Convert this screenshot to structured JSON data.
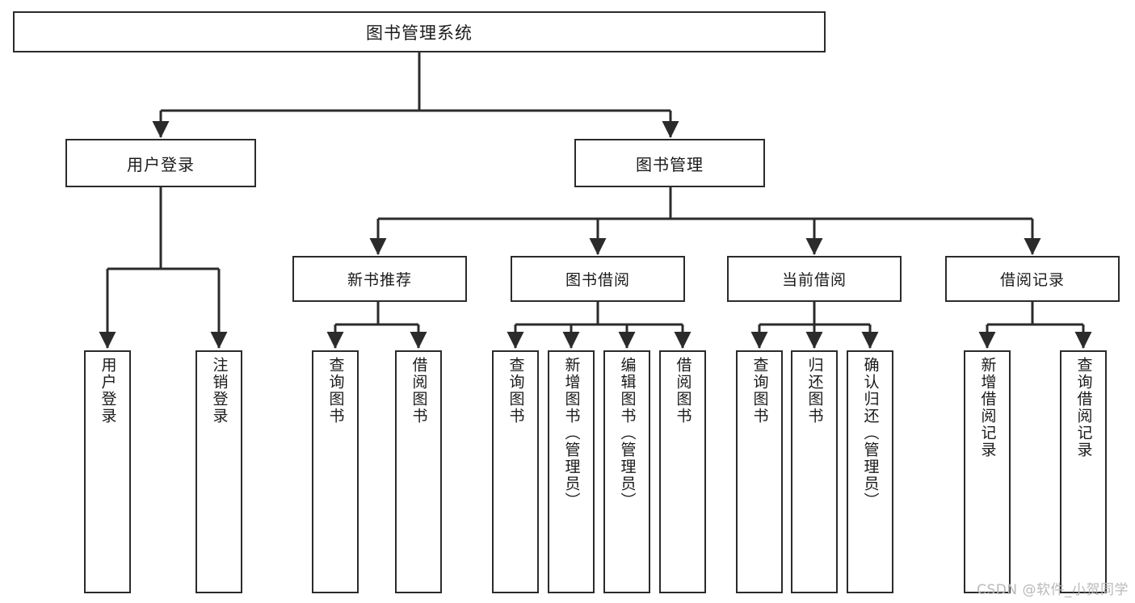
{
  "diagram": {
    "title": "图书管理系统",
    "watermark": "CSDN @软件_小贺同学",
    "colors": {
      "background": "#ffffff",
      "border": "#2b2b2b",
      "text": "#1a1a1a",
      "edge": "#2b2b2b",
      "watermark": "#b9b9b9"
    },
    "nodes": {
      "root": {
        "label": "图书管理系统"
      },
      "level2": [
        {
          "id": "user-login",
          "label": "用户登录"
        },
        {
          "id": "book-manage",
          "label": "图书管理"
        }
      ],
      "level3": [
        {
          "id": "new-book-recommend",
          "label": "新书推荐"
        },
        {
          "id": "book-borrow",
          "label": "图书借阅"
        },
        {
          "id": "current-borrow",
          "label": "当前借阅"
        },
        {
          "id": "borrow-record",
          "label": "借阅记录"
        }
      ],
      "leaves": [
        {
          "id": "leaf-user-login",
          "label": "用户登录",
          "parent": "user-login"
        },
        {
          "id": "leaf-logout-login",
          "label": "注销登录",
          "parent": "user-login"
        },
        {
          "id": "leaf-query-book-1",
          "label": "查询图书",
          "parent": "new-book-recommend"
        },
        {
          "id": "leaf-borrow-book-1",
          "label": "借阅图书",
          "parent": "new-book-recommend"
        },
        {
          "id": "leaf-query-book-2",
          "label": "查询图书",
          "parent": "book-borrow"
        },
        {
          "id": "leaf-add-book",
          "label": "新增图书（管理员）",
          "parent": "book-borrow"
        },
        {
          "id": "leaf-edit-book",
          "label": "编辑图书（管理员）",
          "parent": "book-borrow"
        },
        {
          "id": "leaf-borrow-book-2",
          "label": "借阅图书",
          "parent": "book-borrow"
        },
        {
          "id": "leaf-query-book-3",
          "label": "查询图书",
          "parent": "current-borrow"
        },
        {
          "id": "leaf-return-book",
          "label": "归还图书",
          "parent": "current-borrow"
        },
        {
          "id": "leaf-confirm-return",
          "label": "确认归还（管理员）",
          "parent": "current-borrow"
        },
        {
          "id": "leaf-add-record",
          "label": "新增借阅记录",
          "parent": "borrow-record"
        },
        {
          "id": "leaf-query-record",
          "label": "查询借阅记录",
          "parent": "borrow-record"
        }
      ]
    }
  }
}
